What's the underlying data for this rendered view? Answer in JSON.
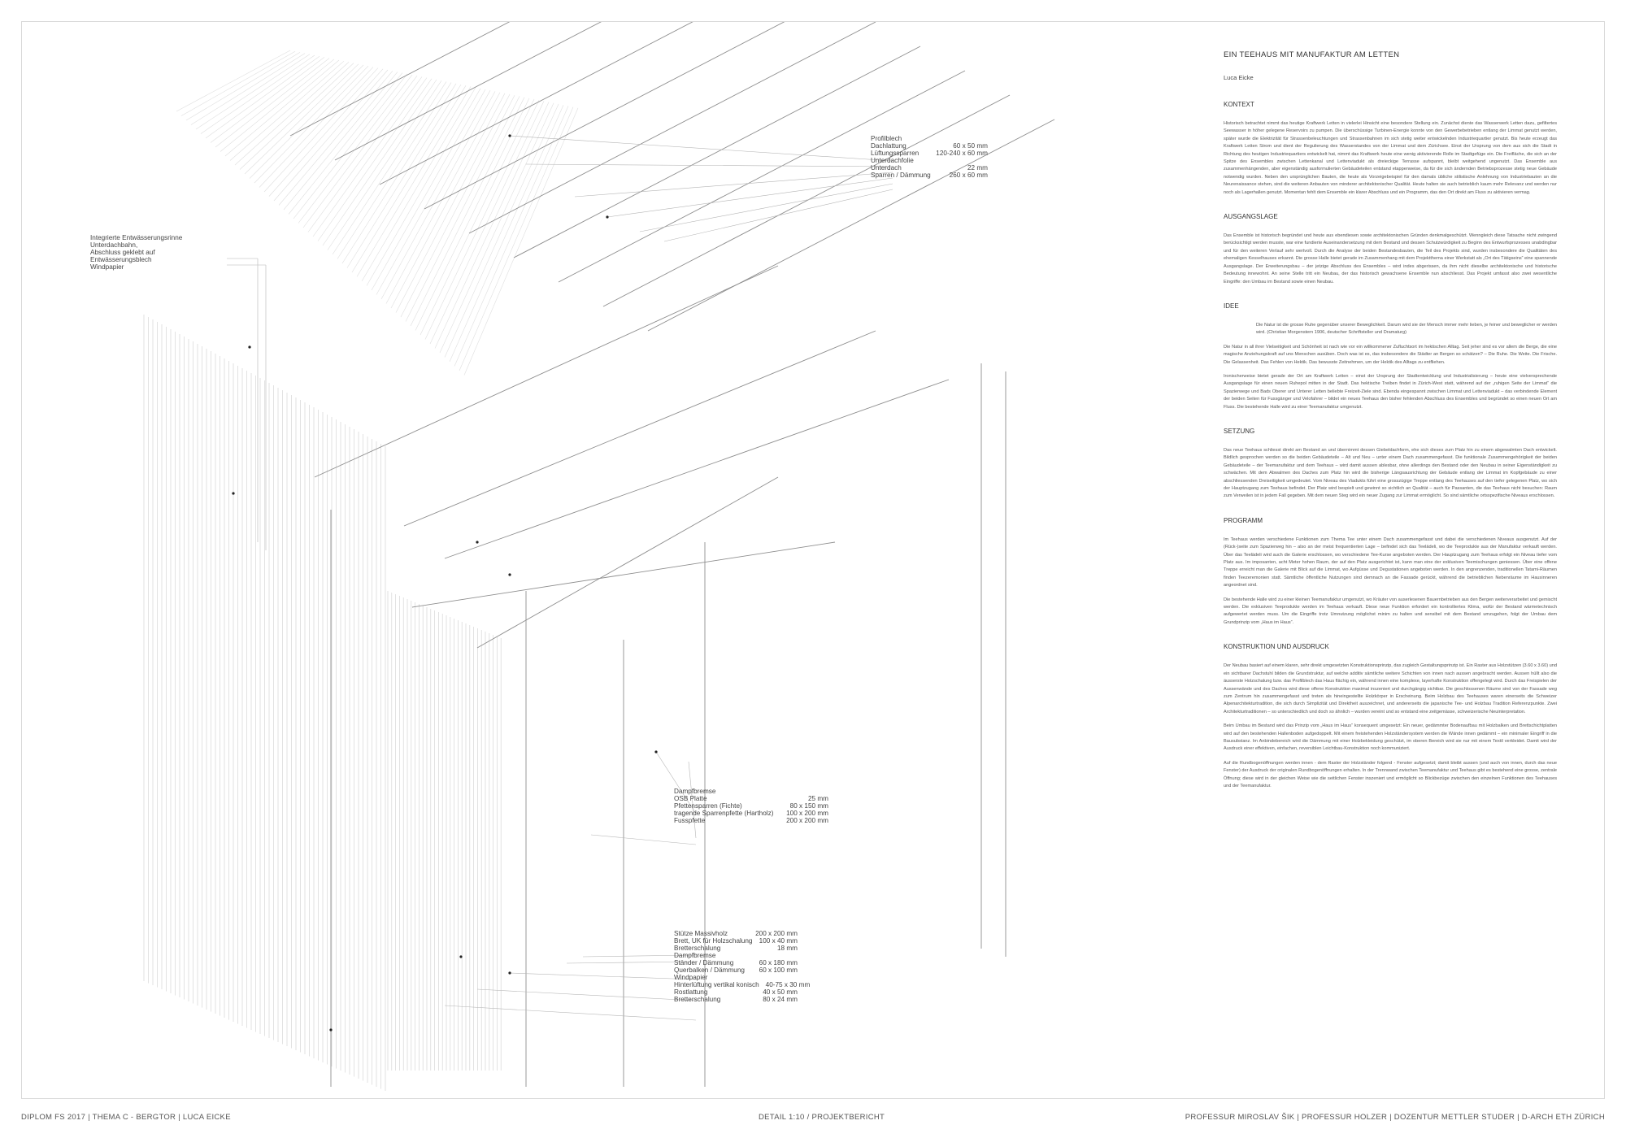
{
  "footer": {
    "left": "DIPLOM FS 2017  |  THEMA C - BERGTOR  |  LUCA EICKE",
    "center": "DETAIL 1:10 / PROJEKTBERICHT",
    "right": "PROFESSUR MIROSLAV ŠIK  |  PROFESSUR HOLZER  |  DOZENTUR METTLER STUDER  | D-ARCH ETH ZÜRICH"
  },
  "report": {
    "title": "EIN TEEHAUS MIT MANUFAKTUR AM LETTEN",
    "author": "Luca Eicke",
    "sections": [
      {
        "heading": "KONTEXT",
        "paragraphs": [
          "Historisch betrachtet nimmt das heutige Kraftwerk Letten in vielerlei Hinsicht eine besondere Stellung ein. Zunächst diente das Wasserwerk Letten dazu, gefiltertes Seewasser in höher gelegene Reservoirs zu pumpen. Die überschüssige Turbinen-Energie konnte von den Gewerbebetrieben entlang der Limmat genutzt werden, später wurde die Elektrizität für Strassenbeleuchtungen und Strassenbahnen im sich stetig weiter entwickelnden Industriequartier genutzt. Bis heute erzeugt das Kraftwerk Letten Strom und dient der Regulierung des Wasserstandes von der Limmat und dem Zürichsee. Einst der Ursprung von dem aus sich die Stadt in Richtung des heutigen Industriequartiers entwickelt hat, nimmt das Kraftwerk heute eine wenig aktivierende Rolle im Stadtgefüge ein. Die Freifläche, die sich an der Spitze des Ensembles zwischen Lettenkanal und Lettenviadukt als dreieckige Terrasse aufspannt, bleibt weitgehend ungenutzt. Das Ensemble aus zusammenhängenden, aber eigenständig ausformulierten Gebäudeteilen entstand etappenweise, da für die sich ändernden Betriebsprozesse stetig neue Gebäude notwendig wurden. Neben den ursprünglichen Bauten, die heute als Vorzeigebeispiel für den damals übliche stilistische Anlehnung von Industriebauten an die Neurenaissance stehen, sind die weiteren Anbauten von minderer architektonischer Qualität. Heute halten sie auch betrieblich kaum mehr Relevanz und werden nur noch als Lagerhallen genutzt. Momentan fehlt dem Ensemble ein klarer Abschluss und ein Programm, das den Ort direkt am Fluss zu aktivieren vermag."
        ]
      },
      {
        "heading": "AUSGANGSLAGE",
        "paragraphs": [
          "Das Ensemble ist historisch begründet und heute aus ebendiesen sowie architektonischen Gründen denkmalgeschützt. Wenngleich diese Tatsache nicht zwingend berücksichtigt werden musste, war eine fundierte Auseinandersetzung mit dem Bestand und dessen Schutzwürdigkeit zu Beginn des Entwurfsprozesses unabdingbar und für den weiteren Verlauf sehr wertvoll. Durch die Analyse der beiden Bestandesbauten, die Teil des Projekts sind, wurden insbesondere die Qualitäten des ehemaligen Kesselhauses erkannt. Die grosse Halle bietet gerade im Zusammenhang mit dem Projektthema einer Werkstatt als „Ort des Tätigseins“ eine spannende Ausgangslage. Der Erweiterungsbau – der jetzige Abschluss des Ensembles – wird indes abgerissen, da ihm nicht dieselbe architektonische und historische Bedeutung innewohnt. An seine Stelle tritt ein Neubau, der das historisch gewachsene Ensemble nun abschliesst. Das Projekt umfasst also zwei wesentliche Eingriffe: den Umbau im Bestand sowie einen Neubau."
        ]
      },
      {
        "heading": "IDEE",
        "quote": "Die Natur ist die grosse Ruhe gegenüber unserer Beweglichkeit. Darum wird sie der Mensch immer mehr lieben, je feiner und beweglicher er werden wird. (Christian Morgenstern 1906, deutscher Schriftsteller und Dramaturg)",
        "paragraphs": [
          "Die Natur in all ihrer Vielseitigkeit und Schönheit ist nach wie vor ein willkommener Zufluchtsort im hektischen Alltag. Seit jeher sind es vor allem die Berge, die eine magische Anziehungskraft auf uns Menschen ausüben. Doch was ist es, das insbesondere die Städter an Bergen so schätzen? – Die Ruhe. Die Weite. Die Frische. Die Gelassenheit. Das Fehlen von Hektik. Das bewusste Zeitnehmen, um der Hektik des Alltags zu entfliehen.",
          "Ironischerweise bietet gerade der Ort am Kraftwerk Letten – einst der Ursprung der Stadtentwicklung und Industrialisierung – heute eine vielversprechende Ausgangslage für einen neuen Ruhepol mitten in der Stadt. Das hektische Treiben findet in Zürich-West statt, während auf der „ruhigen Seite der Limmat“ die Spazierwege und Bads Oberer und Unterer Letten beliebte Freizeit-Ziele sind. Ebenda eingespannt zwischen Limmat und Lettenviadukt – das verbindende Element der beiden Seiten für Fussgänger und Velofahrer – bildet ein neues Teehaus den bisher fehlenden Abschluss des Ensembles und begründet so einen neuen Ort am Fluss. Die bestehende Halle wird zu einer Teemanufaktur umgenutzt."
        ]
      },
      {
        "heading": "SETZUNG",
        "paragraphs": [
          "Das neue Teehaus schliesst direkt am Bestand an und übernimmt dessen Giebeldachform, ehe sich dieses zum Platz hin zu einem abgewalmten Dach entwickelt. Bildlich gesprochen werden so die beiden Gebäudeteile – Alt und Neu – unter einem Dach zusammengefasst. Die funktionale Zusammengehörigkeit der beiden Gebäudeteile – der Teemanufaktur und dem Teehaus – wird damit aussen ablesbar, ohne allerdings den Bestand oder den Neubau in seiner Eigenständigkeit zu schwächen. Mit dem Abwalmen des Daches zum Platz hin wird die bisherige Längsausrichtung der Gebäude entlang der Limmat im Kopfgebäude zu einer abschliessenden Dreiseitigkeit umgedeutet. Vom Niveau des Viadukts führt eine grosszügige Treppe entlang des Teehauses auf den tiefer gelegenen Platz, wo sich der Hauptzugang zum Teehaus befindet. Der Platz wird bespielt und gewinnt so sichtlich an Qualität – auch für Passanten, die das Teehaus nicht besuchen: Raum zum Verweilen ist in jedem Fall gegeben. Mit dem neuen Steg wird ein neuer Zugang zur Limmat ermöglicht. So sind sämtliche ortsspezifische Niveaus erschlossen."
        ]
      },
      {
        "heading": "PROGRAMM",
        "paragraphs": [
          "Im Teehaus werden verschiedene Funktionen zum Thema Tee unter einem Dach zusammengefasst und dabei die verschiedenen Niveaus ausgenutzt. Auf der (Rück-)seite zum Spazierweg hin – also an der meist frequentierten Lage – befindet sich das Teelädeli, wo die Teeprodukte aus der Manufaktur verkauft werden. Über das Teelädeli wird auch die Galerie erschlossen, wo verschiedene Tee-Kurse angeboten werden. Der Hauptzugang zum Teehaus erfolgt ein Niveau tiefer vom Platz aus. Im imposanten, acht Meter hohen Raum, der auf den Platz ausgerichtet ist, kann man eine der exklusiven Teemischungen geniessen. Über eine offene Treppe erreicht man die Galerie mit Blick auf die Limmat, wo Aufgüsse und Degustationen angeboten werden. In den angrenzenden, traditionellen Tatami-Räumen finden Teezeremonien statt. Sämtliche öffentliche Nutzungen sind demnach an die Fassade gerückt, während die betrieblichen Nebenräume im Hausinneren angeordnet sind.",
          "Die bestehende Halle wird zu einer kleinen Teemanufaktur umgenutzt, wo Kräuter von auserlesenen Bauernbetrieben aus den Bergen weiterverarbeitet und gemischt werden. Die exklusiven Teeprodukte werden im Teehaus verkauft. Diese neue Funktion erfordert ein kontrolliertes Klima, wofür der Bestand wärmetechnisch aufgewertet werden muss. Um die Eingriffe trotz Umnutzung möglichst minim zu halten und sensibel mit dem Bestand umzugehen, folgt der Umbau dem Grundprinzip vom „Haus im Haus“."
        ]
      },
      {
        "heading": "KONSTRUKTION UND AUSDRUCK",
        "paragraphs": [
          "Der Neubau basiert auf einem klaren, sehr direkt umgesetzten Konstruktionsprinzip, das zugleich Gestaltungsprinzip ist. Ein Raster aus Holzstützen (3.60 x 3.60) und ein sichtbarer Dachstuhl bilden die Grundstruktur, auf welche additiv sämtliche weitere Schichten von innen nach aussen angebracht werden. Aussen hüllt also die äusserste Holzschalung bzw. das Profilblech das Haus flächig ein, während innen eine komplexe, layerhafte Konstruktion offengelegt wird. Durch das Freispielen der Aussenwände und des Daches wird diese offene Konstruktion maximal inszeniert und durchgängig sichtbar. Die geschlossenen Räume sind von der Fassade weg zum Zentrum hin zusammengefasst und treten als hineingestellte Holzkörper in Erscheinung. Beim Holzbau des Teehauses waren einerseits die Schweizer Alpenarchitekturtradition, die sich durch Simplizität und Direktheit auszeichnet, und andererseits die japanische Tee- und Holzbau Tradition Referenzpunkte. Zwei Architekturtraditionen – so unterschiedlich und doch so ähnlich – wurden vereint und so entstand eine zeitgemässe, schweizerische Neuinterpretation.",
          "Beim Umbau im Bestand wird das Prinzip vom „Haus im Haus“ konsequent umgesetzt: Ein neuer, gedämmter Bodenaufbau mit Holzbalken und Brettschichtplatten wird auf den bestehenden Hallenboden aufgedoppelt. Mit einem freistehenden Holzständersystem werden die Wände innen gedämmt – ein minimaler Eingriff in die Bausubstanz. Im Anbindebereich wird die Dämmung mit einer Holzbekleidung geschützt, im oberen Bereich wird sie nur mit einem Textil verkleidet. Damit wird der Ausdruck einer effektiven, einfachen, reversiblen Leichtbau-Konstruktion noch kommuniziert.",
          "Auf die Rundbogenöffnungen werden innen - dem Raster der Holzständer folgend - Fenster aufgesetzt; damit bleibt aussen (und auch von innen, durch das neue Fenster) der Ausdruck der originalen Rundbogenöffnungen erhalten. In der Trennwand zwischen Teemanufaktur und Teehaus gibt es bestehend eine grosse, zentrale Öffnung; diese wird in der gleichen Weise wie die seitlichen Fenster inszeniert und ermöglicht so Blickbezüge zwischen den einzelnen Funktionen des Teehauses und der Teemanufaktur."
        ]
      }
    ]
  },
  "labels": {
    "roof": [
      {
        "name": "Profilblech",
        "value": ""
      },
      {
        "name": "Dachlattung",
        "value": "60 x 50 mm"
      },
      {
        "name": "Lüftungssparren",
        "value": "120-240 x 60 mm"
      },
      {
        "name": "Unterdachfolie",
        "value": ""
      },
      {
        "name": "Unterdach",
        "value": "22 mm"
      },
      {
        "name": "Sparren / Dämmung",
        "value": "260 x 60 mm"
      }
    ],
    "gutter": [
      "Integrierte Entwässerungsrinne",
      "Unterdachbahn,",
      "Abschluss geklebt auf",
      "Entwässerungsblech",
      "Windpapier"
    ],
    "floor": [
      {
        "name": "Dampfbremse",
        "value": ""
      },
      {
        "name": "OSB Platte",
        "value": "25 mm"
      },
      {
        "name": "Pfettensparren (Fichte)",
        "value": "80 x 150 mm"
      },
      {
        "name": "tragende Sparrenpfette (Hartholz)",
        "value": "100 x 200 mm"
      },
      {
        "name": "Fusspfette",
        "value": "200 x 200 mm"
      }
    ],
    "wall": [
      {
        "name": "Stütze Massivholz",
        "value": "200 x 200 mm"
      },
      {
        "name": "Brett, UK für Holzschalung",
        "value": "100 x 40 mm"
      },
      {
        "name": "Bretterschalung",
        "value": "18 mm"
      },
      {
        "name": "Dampfbremse",
        "value": ""
      },
      {
        "name": "Ständer / Dämmung",
        "value": "60 x 180 mm"
      },
      {
        "name": "Querbalken / Dämmung",
        "value": "60 x 100 mm"
      },
      {
        "name": "Windpapier",
        "value": ""
      },
      {
        "name": "Hinterlüftung vertikal konisch",
        "value": "40-75 x 30 mm"
      },
      {
        "name": "Rostlattung",
        "value": "40 x 50 mm"
      },
      {
        "name": "Bretterschalung",
        "value": "80 x 24 mm"
      }
    ]
  },
  "colors": {
    "line": "#9a9a9a",
    "lineLight": "#d2d2d2",
    "frame": "#d9d9d9",
    "text": "#444444"
  }
}
